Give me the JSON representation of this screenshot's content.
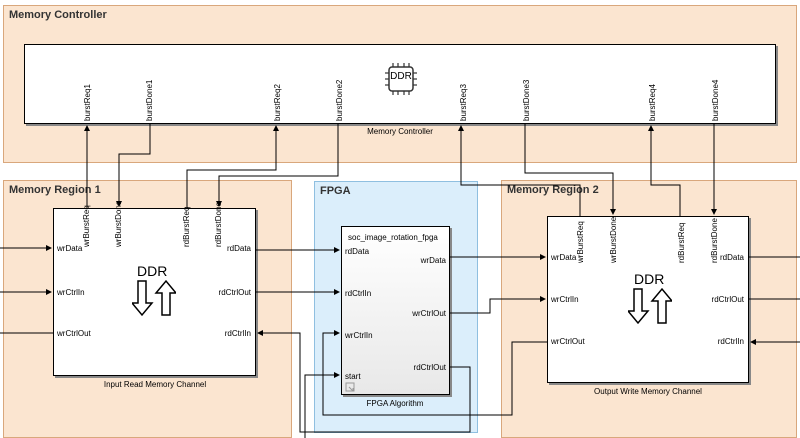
{
  "areas": {
    "memory_controller": "Memory Controller",
    "memory_region_1": "Memory Region 1",
    "fpga": "FPGA",
    "memory_region_2": "Memory Region 2"
  },
  "memory_controller": {
    "caption": "Memory Controller",
    "chip_label": "DDR",
    "ports": [
      "burstReq1",
      "burstDone1",
      "burstReq2",
      "burstDone2",
      "burstReq3",
      "burstDone3",
      "burstReq4",
      "burstDone4"
    ]
  },
  "input_channel": {
    "caption": "Input Read Memory Channel",
    "ddr_label": "DDR",
    "top_ports": [
      "wrBurstReq",
      "wrBurstDone",
      "rdBurstReq",
      "rdBurstDone"
    ],
    "left_ports": [
      "wrData",
      "wrCtrlIn",
      "wrCtrlOut"
    ],
    "right_ports": [
      "rdData",
      "rdCtrlOut",
      "rdCtrlIn"
    ]
  },
  "fpga_block": {
    "title": "soc_image_rotation_fpga",
    "caption": "FPGA Algorithm",
    "left_ports": [
      "rdData",
      "rdCtrlIn",
      "wrCtrlIn",
      "start"
    ],
    "right_ports": [
      "wrData",
      "wrCtrlOut",
      "rdCtrlOut"
    ]
  },
  "output_channel": {
    "caption": "Output Write Memory Channel",
    "ddr_label": "DDR",
    "top_ports": [
      "wrBurstReq",
      "wrBurstDone",
      "rdBurstReq",
      "rdBurstDone"
    ],
    "left_ports": [
      "wrData",
      "wrCtrlIn",
      "wrCtrlOut"
    ],
    "right_ports": [
      "rdData",
      "rdCtrlOut",
      "rdCtrlIn"
    ]
  }
}
